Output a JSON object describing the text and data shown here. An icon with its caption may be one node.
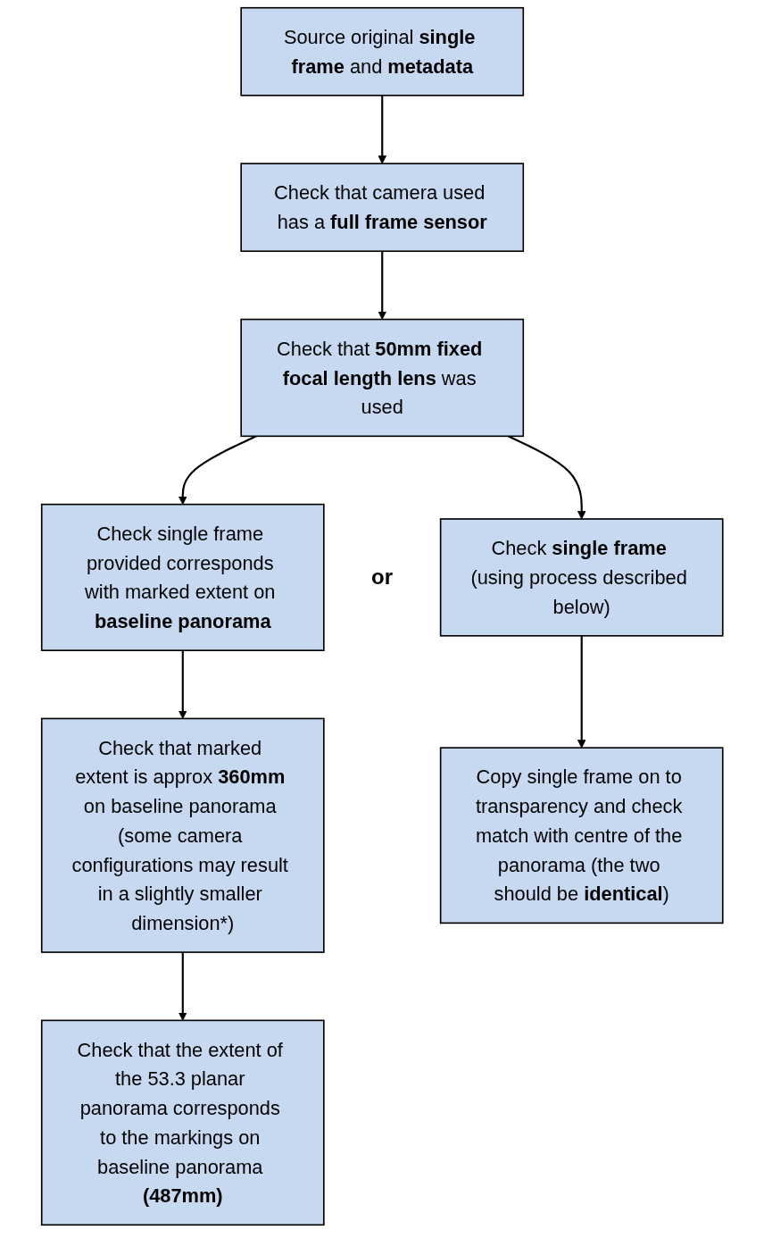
{
  "diagram": {
    "nodes": [
      {
        "text": [
          "Source original **single frame** and **metadata**"
        ]
      },
      {
        "text": [
          "Check that camera used has a **full frame sensor**"
        ]
      },
      {
        "text": [
          "Check that **50mm fixed focal length lens** was used"
        ]
      },
      {
        "text": [
          "Check single frame provided corresponds with marked extent on **baseline panorama**"
        ]
      },
      {
        "text": [
          "Check **single frame** (using process described below)"
        ]
      },
      {
        "text": [
          "Check that marked extent is approx **360mm** on baseline panorama (some camera configurations may result in a slightly smaller dimension*)"
        ]
      },
      {
        "text": [
          "Copy single frame on to transparency and check match with centre of the panorama (the two should be **identical**)"
        ]
      },
      {
        "text": [
          "Check that the extent of the 53.3 planar panorama corresponds to the markings on baseline panorama **(487mm)**"
        ]
      }
    ],
    "edges": [
      {
        "from": 0,
        "to": 1,
        "arrow": "to"
      },
      {
        "from": 1,
        "to": 2,
        "arrow": "to"
      },
      {
        "from": 2,
        "to": 3,
        "arrow": "to"
      },
      {
        "from": 2,
        "to": 4,
        "arrow": "to"
      },
      {
        "from": 3,
        "to": 5,
        "arrow": "to"
      },
      {
        "from": 4,
        "to": 6,
        "arrow": "to"
      },
      {
        "from": 5,
        "to": 7,
        "arrow": "to"
      }
    ],
    "labels": [
      "or"
    ]
  }
}
